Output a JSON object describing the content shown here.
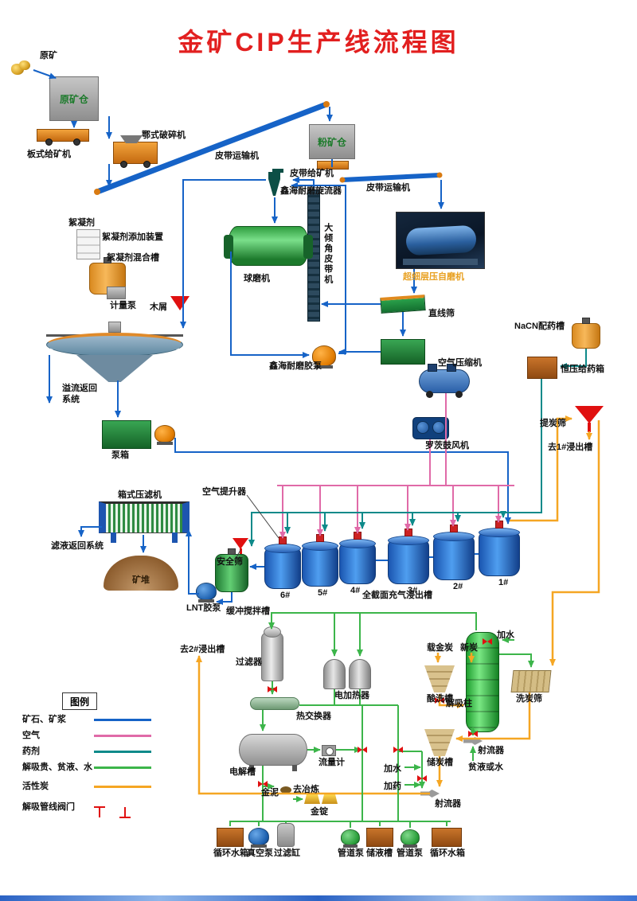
{
  "title": "金矿CIP生产线流程图",
  "colors": {
    "slurry": "#1663c7",
    "air": "#e06aa8",
    "reagent": "#0e8a8a",
    "solution": "#3cb54a",
    "carbon": "#f5a623",
    "valve": "#e01010",
    "title": "#e21f1f"
  },
  "labels": {
    "raw_ore": "原矿",
    "raw_ore_bin": "原矿仓",
    "plate_feeder": "板式给矿机",
    "jaw_crusher": "鄂式破碎机",
    "belt_conveyor_1": "皮带运输机",
    "fine_ore_bin": "粉矿仓",
    "belt_feeder": "皮带给矿机",
    "belt_conveyor_2": "皮带运输机",
    "cyclone": "鑫海耐磨旋流器",
    "inclined_belt": "大倾角皮带机",
    "ball_mill": "球磨机",
    "autogenous_mill": "超细层压自磨机",
    "linear_screen": "直线筛",
    "flocculant": "絮凝剂",
    "flocculant_device": "絮凝剂添加装置",
    "flocculant_tank": "絮凝剂混合槽",
    "metering_pump": "计量泵",
    "wood_chips": "木屑",
    "slurry_pump": "鑫海耐磨胶泵",
    "overflow_return": "溢流返回系统",
    "pump_box": "泵箱",
    "air_compressor": "空气压缩机",
    "nacn_tank": "NaCN配药槽",
    "dosing_box": "恒压给药箱",
    "carbon_screen": "提炭筛",
    "to_tank_1": "去1#浸出槽",
    "roots_blower": "罗茨鼓风机",
    "air_lifter": "空气提升器",
    "filter_press": "箱式压滤机",
    "filtrate_return": "滤液返回系统",
    "ore_pile": "矿堆",
    "safety_screen": "安全筛",
    "lnt_pump": "LNT胶泵",
    "buffer_tank": "缓冲搅拌槽",
    "leach_tanks_caption": "全截面充气浸出槽",
    "tank_6": "6#",
    "tank_5": "5#",
    "tank_4": "4#",
    "tank_3": "3#",
    "tank_2": "2#",
    "tank_1": "1#",
    "to_tank_2": "去2#浸出槽",
    "filter": "过滤器",
    "electric_heater": "电加热器",
    "heat_exchanger": "热交换器",
    "electrolysis_cell": "电解槽",
    "flow_meter": "流量计",
    "gold_mud": "金泥",
    "to_smelting": "去冶炼",
    "gold_ingot": "金锭",
    "loaded_carbon": "载金炭",
    "new_carbon": "新炭",
    "add_water_top": "加水",
    "acid_wash_tank": "酸洗槽",
    "desorption_column": "解吸柱",
    "jet_device_1": "射流器",
    "lean_solution_or_water": "贫液或水",
    "carbon_storage_tank": "储炭槽",
    "carbon_wash_screen": "洗炭筛",
    "add_water_bottom": "加水",
    "add_reagent": "加药",
    "jet_device_2": "射流器",
    "circulating_tank_1": "循环水箱",
    "vacuum_pump": "真空泵",
    "filter_cylinder": "过滤缸",
    "pipeline_pump_1": "管道泵",
    "liquid_storage_tank": "储液槽",
    "pipeline_pump_2": "管道泵",
    "circulating_tank_2": "循环水箱"
  },
  "legend": {
    "title": "图例",
    "items": [
      {
        "label": "矿石、矿浆",
        "color": "#1663c7"
      },
      {
        "label": "空气",
        "color": "#e06aa8"
      },
      {
        "label": "药剂",
        "color": "#0e8a8a"
      },
      {
        "label": "解吸贵、贫液、水",
        "color": "#3cb54a"
      },
      {
        "label": "活性炭",
        "color": "#f5a623"
      },
      {
        "label": "解吸管线阀门",
        "color": "#e01010"
      }
    ]
  }
}
